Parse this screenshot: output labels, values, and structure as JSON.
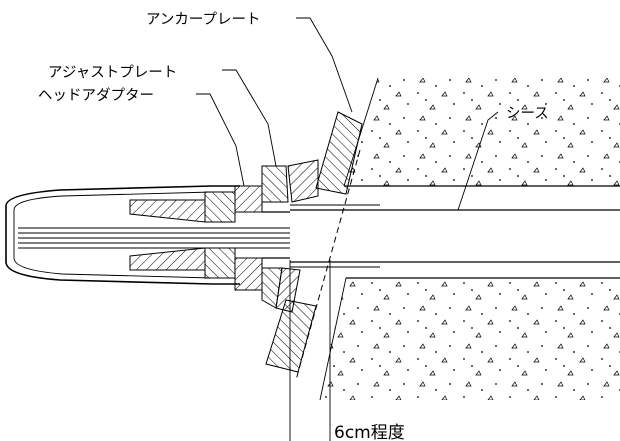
{
  "labels": {
    "anchor_plate": "アンカープレート",
    "adjust_plate": "アジャストプレート",
    "head_adapter": "ヘッドアダプター",
    "sheath": "シース",
    "dimension": "6cm程度"
  }
}
